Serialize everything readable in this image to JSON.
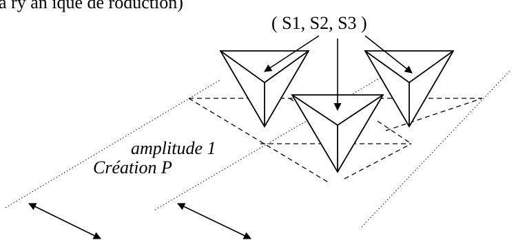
{
  "top_fragment": "a ry an   ique de   roduction)",
  "label_group": "( S1, S2, S3 )",
  "label_amplitude": "amplitude 1",
  "label_creation": "Création P",
  "colors": {
    "stroke": "#000000",
    "background": "#ffffff"
  }
}
